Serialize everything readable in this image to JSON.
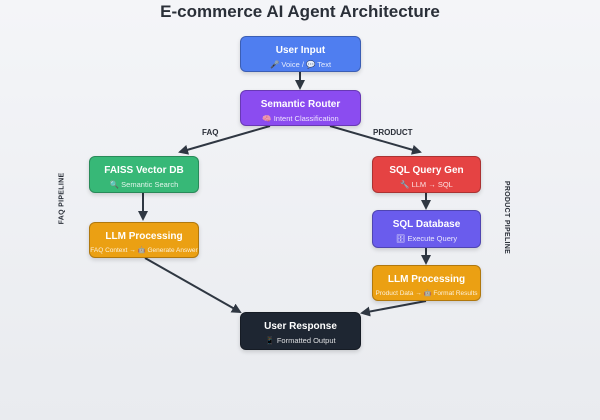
{
  "title": "E-commerce AI Agent Architecture",
  "nodes": {
    "user_input": {
      "title": "User Input",
      "icon": "🎤",
      "sub": "Voice / 💬 Text",
      "color": "#4f7ef0"
    },
    "semantic_router": {
      "title": "Semantic Router",
      "icon": "🧠",
      "sub": "Intent Classification",
      "color": "#8b4cf0"
    },
    "faiss": {
      "title": "FAISS Vector DB",
      "icon": "🔍",
      "sub": "Semantic Search",
      "color": "#37b877"
    },
    "llm_faq": {
      "title": "LLM Processing",
      "sub": "FAQ Context → 🤖 Generate Answer",
      "color": "#eba013"
    },
    "sql_gen": {
      "title": "SQL Query Gen",
      "icon": "🔧",
      "sub": "LLM → SQL",
      "color": "#e54343"
    },
    "sql_db": {
      "title": "SQL Database",
      "icon": "🗄",
      "sub": "Execute Query",
      "color": "#6a5ced"
    },
    "llm_product": {
      "title": "LLM Processing",
      "sub": "Product Data → 🤖 Format Results",
      "color": "#eba013"
    },
    "user_response": {
      "title": "User Response",
      "icon": "📱",
      "sub": "Formatted Output",
      "color": "#1e2632"
    }
  },
  "edge_labels": {
    "faq": "FAQ",
    "product": "PRODUCT"
  },
  "pipelines": {
    "left": "FAQ PIPELINE",
    "right": "PRODUCT PIPELINE"
  }
}
